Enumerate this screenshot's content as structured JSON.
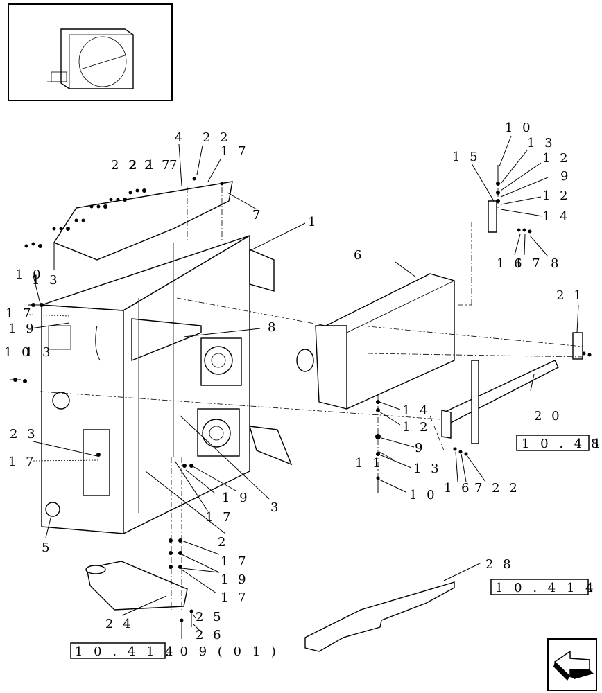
{
  "callouts": {
    "c1": "1",
    "c2": "2",
    "c3": "3",
    "c4": "4",
    "c5": "5",
    "c6": "6",
    "c7": "7",
    "c8": "8",
    "c9a": "9",
    "c9b": "9",
    "c10a": "1 0",
    "c10b": "1 0",
    "c10c": "1 0",
    "c10d": "1 0",
    "c11": "1 1",
    "c12a": "1 2",
    "c12b": "1 2",
    "c12c": "1 2",
    "c13a": "1 3",
    "c13b": "1 3",
    "c13c": "1 3",
    "c13d": "1 3",
    "c14a": "1 4",
    "c14b": "1 4",
    "c15": "1 5",
    "c16a": "1 6",
    "c16b": "1 6",
    "c17a": "1 7",
    "c17b": "1 7",
    "c17c": "1 7",
    "c17d": "1 7",
    "c17e": "1 7",
    "c17f": "1 7",
    "c17g": "1 7",
    "c18": "8",
    "c19a": "1 9",
    "c19b": "1 9",
    "c19c": "1 9",
    "c20": "2 0",
    "c21a": "2 1",
    "c21b": "2 1",
    "c22a": "2 2",
    "c22b": "2 2",
    "c23": "2 3",
    "c24": "2 4",
    "c25": "2 5",
    "c26": "2 6",
    "c27": "2 7",
    "c28": "2 8",
    "c71": "7",
    "c72": "7 2 2"
  },
  "references": {
    "ref_bottom": "1 0 . 4 1 4",
    "ref_bottom_suffix": ". 0 9 ( 0 1 )",
    "ref_right": "1 0 . 4 1",
    "ref_right_suffix": "8",
    "ref_mid": "1 0 . 4 1 4",
    "ref_mid_suffix": "."
  }
}
